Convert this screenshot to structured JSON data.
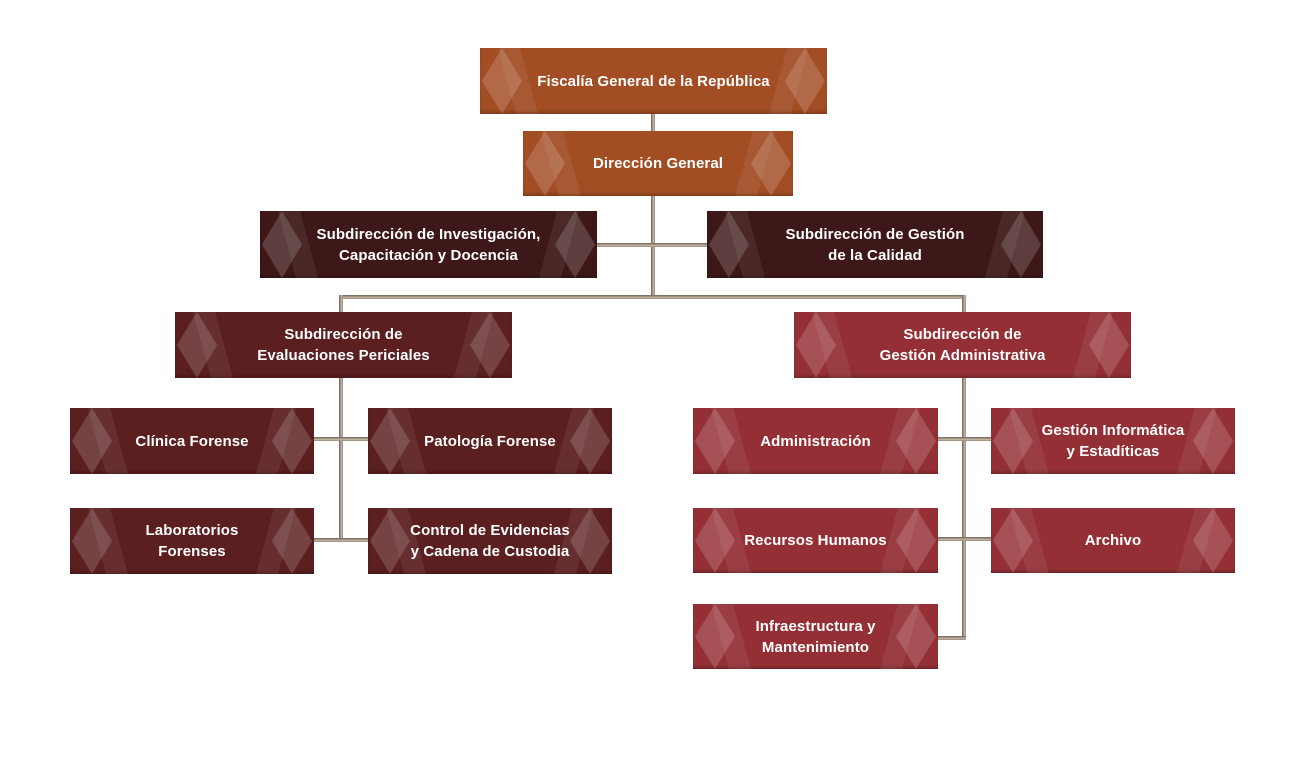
{
  "title": "Organigrama",
  "colors": {
    "orange": "#a24d24",
    "dark": "#3e1818",
    "maroon": "#5b1f20",
    "red": "#943035",
    "connector": "#9c8e80"
  },
  "nodes": {
    "fiscalia": {
      "label": "Fiscalía General de la República"
    },
    "direccion": {
      "label": "Dirección General"
    },
    "sub_investigacion": {
      "line1": "Subdirección de Investigación,",
      "line2": "Capacitación y Docencia"
    },
    "sub_calidad": {
      "line1": "Subdirección de Gestión",
      "line2": "de la Calidad"
    },
    "sub_periciales": {
      "line1": "Subdirección de",
      "line2": "Evaluaciones Periciales"
    },
    "sub_administrativa": {
      "line1": "Subdirección de",
      "line2": "Gestión Administrativa"
    },
    "clinica": {
      "label": "Clínica Forense"
    },
    "patologia": {
      "label": "Patología Forense"
    },
    "laboratorios": {
      "line1": "Laboratorios",
      "line2": "Forenses"
    },
    "control_evidencias": {
      "line1": "Control de Evidencias",
      "line2": "y Cadena de Custodia"
    },
    "administracion": {
      "label": "Administración"
    },
    "informatica": {
      "line1": "Gestión Informática",
      "line2": "y Estadíticas"
    },
    "recursos_humanos": {
      "label": "Recursos Humanos"
    },
    "archivo": {
      "label": "Archivo"
    },
    "infraestructura": {
      "line1": "Infraestructura y",
      "line2": "Mantenimiento"
    }
  },
  "hierarchy": [
    {
      "parent": "fiscalia",
      "children": [
        "direccion"
      ]
    },
    {
      "parent": "direccion",
      "children": [
        "sub_investigacion",
        "sub_calidad",
        "sub_periciales",
        "sub_administrativa"
      ]
    },
    {
      "parent": "sub_periciales",
      "children": [
        "clinica",
        "patologia",
        "laboratorios",
        "control_evidencias"
      ]
    },
    {
      "parent": "sub_administrativa",
      "children": [
        "administracion",
        "informatica",
        "recursos_humanos",
        "archivo",
        "infraestructura"
      ]
    }
  ]
}
